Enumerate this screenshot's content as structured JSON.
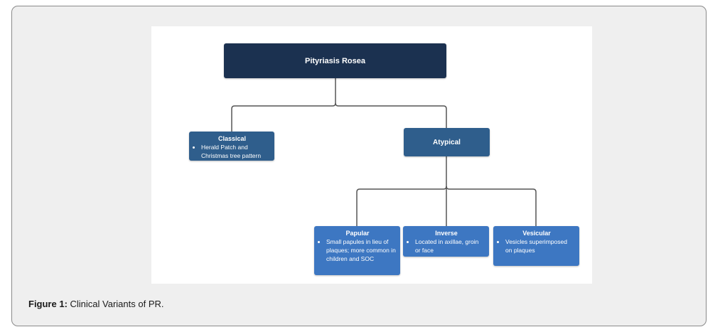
{
  "diagram": {
    "root": {
      "label": "Pityriasis Rosea"
    },
    "classical": {
      "title": "Classical",
      "bullets": [
        "Herald Patch and Christmas tree pattern"
      ]
    },
    "atypical": {
      "label": "Atypical"
    },
    "papular": {
      "title": "Papular",
      "bullets": [
        "Small papules in lieu of plaques; more common in children and SOC"
      ]
    },
    "inverse": {
      "title": "Inverse",
      "bullets": [
        "Located in axillae, groin or face"
      ]
    },
    "vesicular": {
      "title": "Vesicular",
      "bullets": [
        "Vesicles superimposed on plaques"
      ]
    },
    "colors": {
      "root": "#1b3150",
      "mid": "#2f5e8c",
      "leaf": "#3d77c2",
      "connector": "#555555"
    }
  },
  "caption": {
    "label": "Figure 1:",
    "text": " Clinical Variants of PR."
  }
}
